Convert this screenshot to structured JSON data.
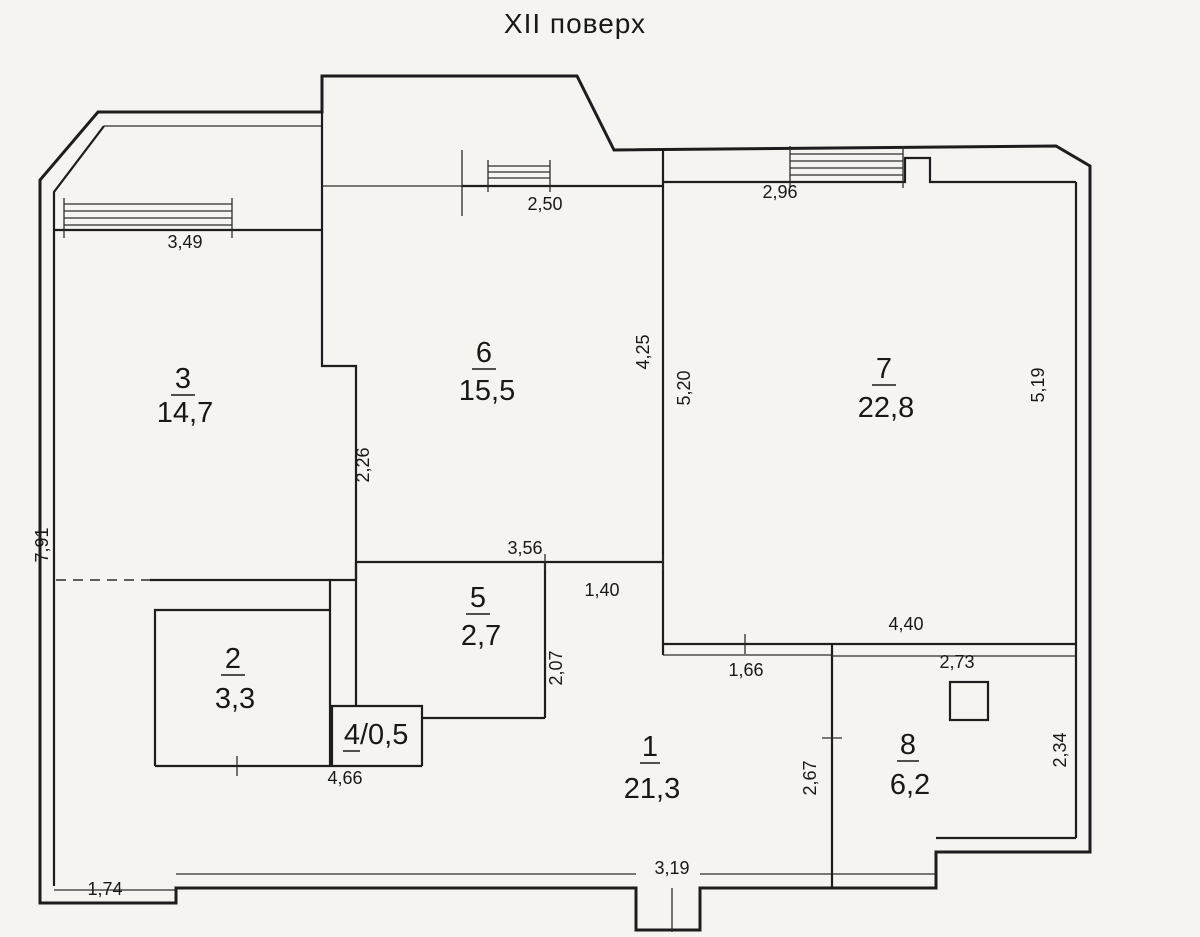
{
  "title": "XII поверх",
  "colors": {
    "paper": "#f5f4f1",
    "ink": "#1d1d1d"
  },
  "rooms": [
    {
      "id": "3",
      "number": "3",
      "area": "14,7"
    },
    {
      "id": "6",
      "number": "6",
      "area": "15,5"
    },
    {
      "id": "7",
      "number": "7",
      "area": "22,8"
    },
    {
      "id": "2",
      "number": "2",
      "area": "3,3"
    },
    {
      "id": "5",
      "number": "5",
      "area": "2,7"
    },
    {
      "id": "4",
      "number": "4",
      "area": "0,5",
      "area_display": "/0,5"
    },
    {
      "id": "1",
      "number": "1",
      "area": "21,3"
    },
    {
      "id": "8",
      "number": "8",
      "area": "6,2"
    }
  ],
  "dimensions": {
    "room3_window": "3,49",
    "room6_window": "2,50",
    "room7_window": "2,96",
    "left_wall": "7,91",
    "room6_left_lower": "2,26",
    "room6_right": "4,25",
    "room7_left": "5,20",
    "room7_right": "5,19",
    "room6_bottom": "3,56",
    "corridor_width": "1,40",
    "room5_right": "2,07",
    "room7_door": "1,66",
    "room7_bottom": "4,40",
    "room8_top": "2,73",
    "room8_right": "2,34",
    "room8_left": "2,67",
    "rooms_2_4_bottom": "4,66",
    "bottom_left": "1,74",
    "bottom_center": "3,19"
  }
}
